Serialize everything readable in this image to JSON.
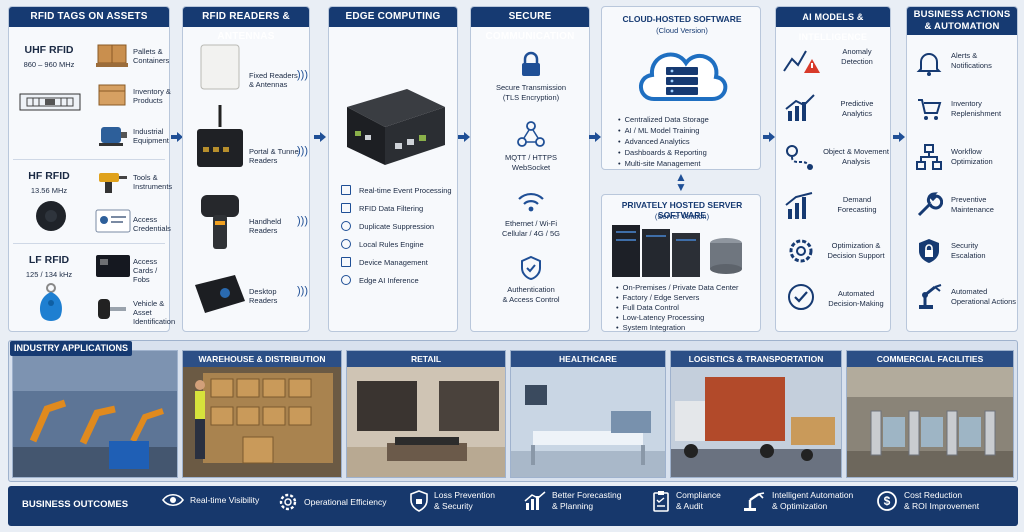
{
  "tags": {
    "title": "RFID TAGS ON ASSETS",
    "uhf": {
      "name": "UHF RFID",
      "freq": "860 – 960 MHz",
      "items": [
        "Pallets & Containers",
        "Inventory & Products",
        "Industrial Equipment"
      ]
    },
    "hf": {
      "name": "HF RFID",
      "freq": "13.56 MHz",
      "items": [
        "Tools & Instruments",
        "Access Credentials"
      ]
    },
    "lf": {
      "name": "LF RFID",
      "freq": "125 / 134 kHz",
      "items": [
        "Access Cards / Fobs",
        "Vehicle & Asset Identification"
      ]
    }
  },
  "readers": {
    "title": "RFID READERS & ANTENNAS",
    "items": [
      "Fixed Readers & Antennas",
      "Portal & Tunnel Readers",
      "Handheld Readers",
      "Desktop Readers"
    ]
  },
  "edge": {
    "title": "EDGE COMPUTING",
    "items": [
      "Real-time Event Processing",
      "RFID Data Filtering",
      "Duplicate Suppression",
      "Local Rules Engine",
      "Device Management",
      "Edge AI Inference"
    ]
  },
  "secure": {
    "title": "SECURE COMMUNICATION",
    "items": [
      {
        "l1": "Secure Transmission",
        "l2": "(TLS Encryption)",
        "icon": "lock-icon"
      },
      {
        "l1": "MQTT / HTTPS",
        "l2": "WebSocket",
        "icon": "network-icon"
      },
      {
        "l1": "Ethernet / Wi-Fi",
        "l2": "Cellular / 4G / 5G",
        "icon": "wifi-icon"
      },
      {
        "l1": "Authentication",
        "l2": "& Access Control",
        "icon": "shield-check-icon"
      }
    ]
  },
  "cloud": {
    "title": "CLOUD-HOSTED SOFTWARE",
    "subtitle": "(Cloud Version)",
    "items": [
      "Centralized Data Storage",
      "AI / ML Model Training",
      "Advanced Analytics",
      "Dashboards & Reporting",
      "Multi-site Management"
    ]
  },
  "server": {
    "title": "PRIVATELY HOSTED SERVER SOFTWARE",
    "subtitle": "(Server Version)",
    "items": [
      "On-Premises / Private Data Center",
      "Factory / Edge Servers",
      "Full Data Control",
      "Low-Latency Processing",
      "System Integration"
    ]
  },
  "ai": {
    "title": "AI MODELS & INTELLIGENCE",
    "items": [
      {
        "l1": "Anomaly",
        "l2": "Detection"
      },
      {
        "l1": "Predictive",
        "l2": "Analytics"
      },
      {
        "l1": "Object & Movement",
        "l2": "Analysis"
      },
      {
        "l1": "Demand",
        "l2": "Forecasting"
      },
      {
        "l1": "Optimization &",
        "l2": "Decision Support"
      },
      {
        "l1": "Automated",
        "l2": "Decision-Making"
      }
    ]
  },
  "business": {
    "title1": "BUSINESS ACTIONS",
    "title2": "& AUTOMATION",
    "items": [
      {
        "l1": "Alerts &",
        "l2": "Notifications"
      },
      {
        "l1": "Inventory",
        "l2": "Replenishment"
      },
      {
        "l1": "Workflow",
        "l2": "Optimization"
      },
      {
        "l1": "Preventive",
        "l2": "Maintenance"
      },
      {
        "l1": "Security",
        "l2": "Escalation"
      },
      {
        "l1": "Automated",
        "l2": "Operational Actions"
      }
    ]
  },
  "industry": {
    "title": "INDUSTRY APPLICATIONS",
    "cards": [
      "WAREHOUSE & DISTRIBUTION",
      "RETAIL",
      "HEALTHCARE",
      "LOGISTICS & TRANSPORTATION",
      "COMMERCIAL FACILITIES"
    ]
  },
  "outcomes": {
    "title": "BUSINESS OUTCOMES",
    "items": [
      {
        "l1": "Real-time Visibility",
        "l2": ""
      },
      {
        "l1": "Operational Efficiency",
        "l2": ""
      },
      {
        "l1": "Loss Prevention",
        "l2": "& Security"
      },
      {
        "l1": "Better Forecasting",
        "l2": "& Planning"
      },
      {
        "l1": "Compliance",
        "l2": "& Audit"
      },
      {
        "l1": "Intelligent Automation",
        "l2": "& Optimization"
      },
      {
        "l1": "Cost Reduction",
        "l2": "& ROI Improvement"
      }
    ]
  },
  "colors": {
    "navy": "#163a72",
    "accent": "#1f4f96",
    "bar": "#17386c",
    "alert": "#d83a2a"
  }
}
